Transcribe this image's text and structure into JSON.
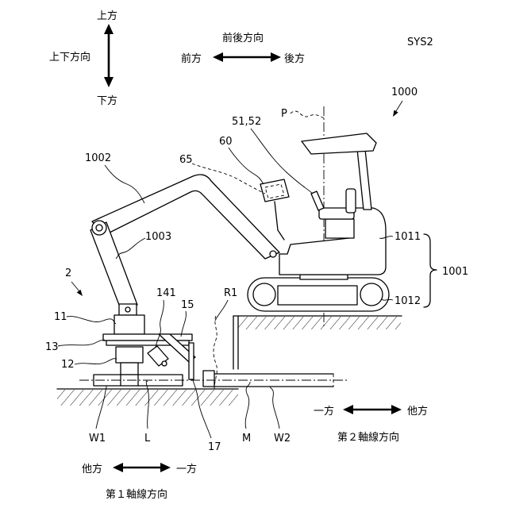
{
  "directions": {
    "vertical": {
      "label": "上下方向",
      "up": "上方",
      "down": "下方"
    },
    "front_back": {
      "label": "前後方向",
      "front": "前方",
      "back": "後方"
    },
    "second_axis": {
      "label": "第２軸線方向",
      "one_side": "一方",
      "other_side": "他方"
    },
    "first_axis": {
      "label": "第１軸線方向",
      "one_side": "一方",
      "other_side": "他方"
    }
  },
  "reference_labels": {
    "system": "SYS2",
    "work_machine": "1000",
    "p": "P",
    "operation_levers": "51,52",
    "display": "60",
    "link_65": "65",
    "boom": "1002",
    "arm": "1003",
    "upper_body": "1011",
    "machine_body": "1001",
    "track": "1012",
    "device": "2",
    "part_141": "141",
    "part_15": "15",
    "r1": "R1",
    "part_11": "11",
    "part_13": "13",
    "part_12": "12",
    "w1": "W1",
    "l": "L",
    "m": "M",
    "w2": "W2",
    "part_17": "17"
  }
}
